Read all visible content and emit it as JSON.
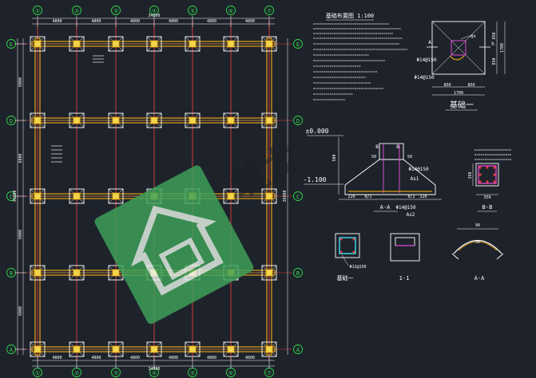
{
  "colors": {
    "background": "#1e232b",
    "grid_line": "#e23b3b",
    "beam": "#e3a21a",
    "beam_fill": "#f2d54a",
    "column": "#ffffff",
    "dimension": "#ffffff",
    "axis_bubble": "#2fd84a",
    "label_green": "#37e04a",
    "cyan": "#41e0f2",
    "magenta": "#e04ad6",
    "watermark": "#3ea35a"
  },
  "plan": {
    "column_axes": [
      "①",
      "②",
      "③",
      "④",
      "⑤",
      "⑥",
      "⑦"
    ],
    "row_axes": [
      "E",
      "D",
      "C",
      "B",
      "A"
    ],
    "top_dims": [
      "4800",
      "4800",
      "4800",
      "4800",
      "4800",
      "4800"
    ],
    "bottom_dims": [
      "4800",
      "4800",
      "4800",
      "4800",
      "4800",
      "4800"
    ],
    "top_total": "34800",
    "bottom_total": "34800",
    "left_dims": [
      "6000",
      "6000",
      "6000",
      "6000"
    ],
    "left_total": "36000",
    "right_total": "36000"
  },
  "notes": {
    "title": "基础布置图 1:100"
  },
  "detail_top": {
    "dim_850": "850",
    "dim_1700": "1700",
    "bar_a": "Φ14@150",
    "bar_b": "Φ14@150",
    "label_a": "A",
    "label_h": "h",
    "caption": "基础一",
    "callout": "柱A"
  },
  "section_aa": {
    "level_0": "±0.000",
    "level_low": "-1.100",
    "dim_220a": "220",
    "dim_220b": "220",
    "dim_b2a": "B/2",
    "dim_b2b": "B/2",
    "dim_50a": "50",
    "dim_50b": "50",
    "dim_500": "500",
    "bar": "Φ14@150",
    "bar2": "Φ14@150",
    "as1": "As1",
    "as2": "As2",
    "mark_b": "B",
    "caption": "A-A"
  },
  "section_bb": {
    "dim_350a": "350",
    "dim_350b": "350",
    "caption": "B-B"
  },
  "small_sections": {
    "s1_caption": "基础一",
    "s1_bar": "Φ12@150",
    "s2_caption": "1-1",
    "s3_caption": "A-A",
    "s3_dim": "90",
    "s3_dim2": "90"
  }
}
